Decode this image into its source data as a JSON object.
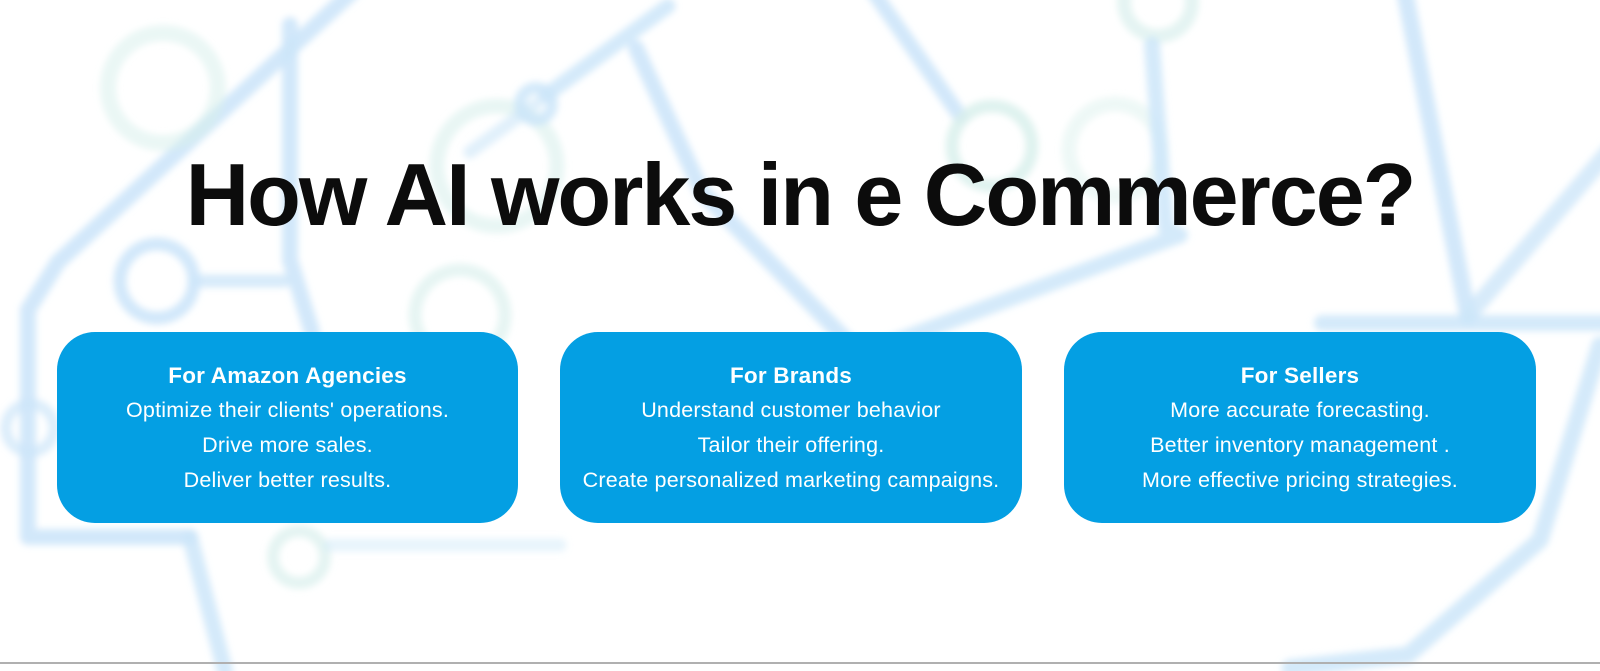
{
  "title": "How AI works in e Commerce?",
  "colors": {
    "background": "#ffffff",
    "card_blue": "#049fe3",
    "card_text": "#ffffff",
    "title_color": "#0c0c0c",
    "pattern_blue": "#cde6f9",
    "pattern_teal": "#d9f0ec",
    "divider_gray": "#b0b0b0"
  },
  "cards": [
    {
      "heading": "For Amazon Agencies",
      "lines": [
        "Optimize their clients' operations.",
        "Drive more sales.",
        "Deliver better results."
      ]
    },
    {
      "heading": "For Brands",
      "lines": [
        "Understand customer behavior",
        "Tailor their offering.",
        "Create personalized marketing campaigns."
      ]
    },
    {
      "heading": "For Sellers",
      "lines": [
        "More accurate forecasting.",
        "Better inventory management .",
        "More effective pricing strategies."
      ]
    }
  ]
}
